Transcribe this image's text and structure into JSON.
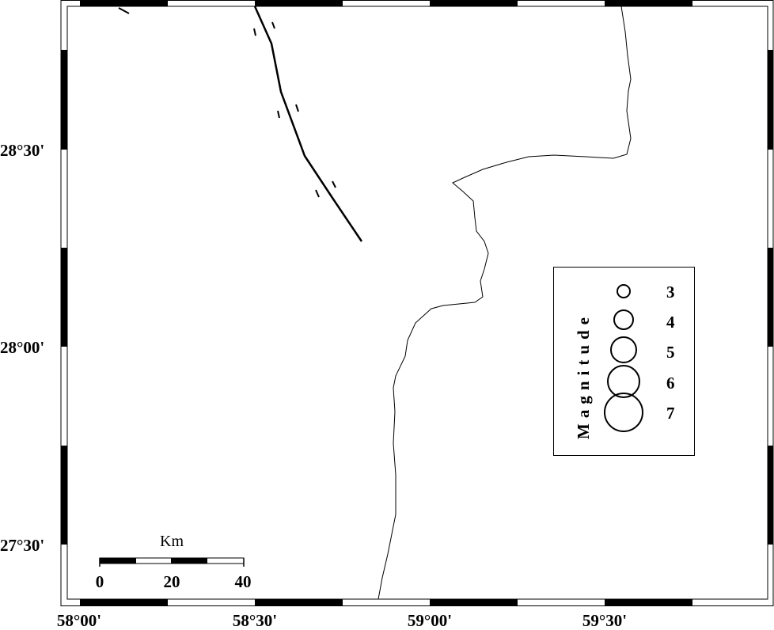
{
  "map": {
    "lon_labels": [
      "58°00'",
      "58°30'",
      "59°00'",
      "59°30'"
    ],
    "lat_labels": [
      "28°30'",
      "28°00'",
      "27°30'"
    ],
    "scale_bar": {
      "unit": "Km",
      "ticks": [
        "0",
        "20",
        "40"
      ]
    },
    "legend": {
      "title": "Magnitude",
      "items": [
        {
          "label": "3",
          "value": 3
        },
        {
          "label": "4",
          "value": 4
        },
        {
          "label": "5",
          "value": 5
        },
        {
          "label": "6",
          "value": 6
        },
        {
          "label": "7",
          "value": 7
        }
      ]
    },
    "colors": {
      "ink": "#000000",
      "paper": "#ffffff"
    }
  }
}
